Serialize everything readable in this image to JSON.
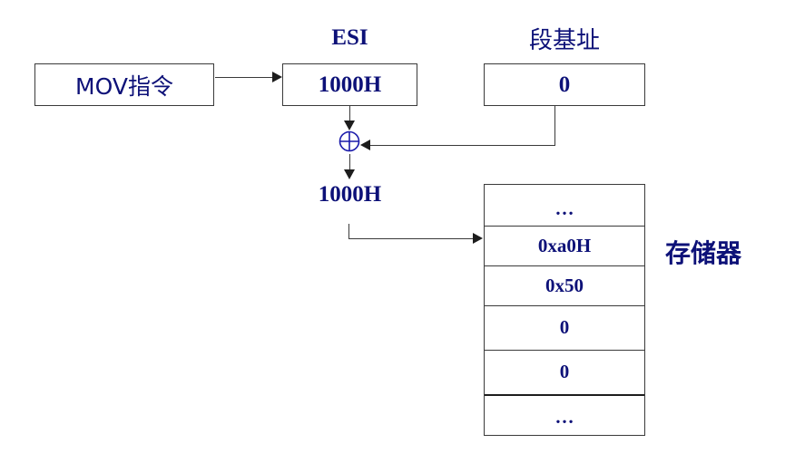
{
  "diagram": {
    "title": "MOV instruction effective-address / segment-base addition to memory",
    "colors": {
      "text": "#0d1178",
      "line": "#3a3a3a",
      "background": "#ffffff"
    },
    "boxes": {
      "instruction": {
        "label": "MOV指令"
      },
      "register": {
        "caption": "ESI",
        "value": "1000H"
      },
      "segment_base": {
        "caption": "段基址",
        "value": "0"
      }
    },
    "operator": {
      "symbol": "⊕",
      "name": "circled-plus"
    },
    "result_address": "1000H",
    "memory": {
      "caption": "存储器",
      "cells": [
        {
          "value": "…",
          "name": "memory-cell-ellipsis-top"
        },
        {
          "value": "0xa0H",
          "name": "memory-cell-0xa0h"
        },
        {
          "value": "0x50",
          "name": "memory-cell-0x50"
        },
        {
          "value": "0",
          "name": "memory-cell-zero-1"
        },
        {
          "value": "0",
          "name": "memory-cell-zero-2"
        },
        {
          "value": "…",
          "name": "memory-cell-ellipsis-bottom"
        }
      ]
    }
  }
}
